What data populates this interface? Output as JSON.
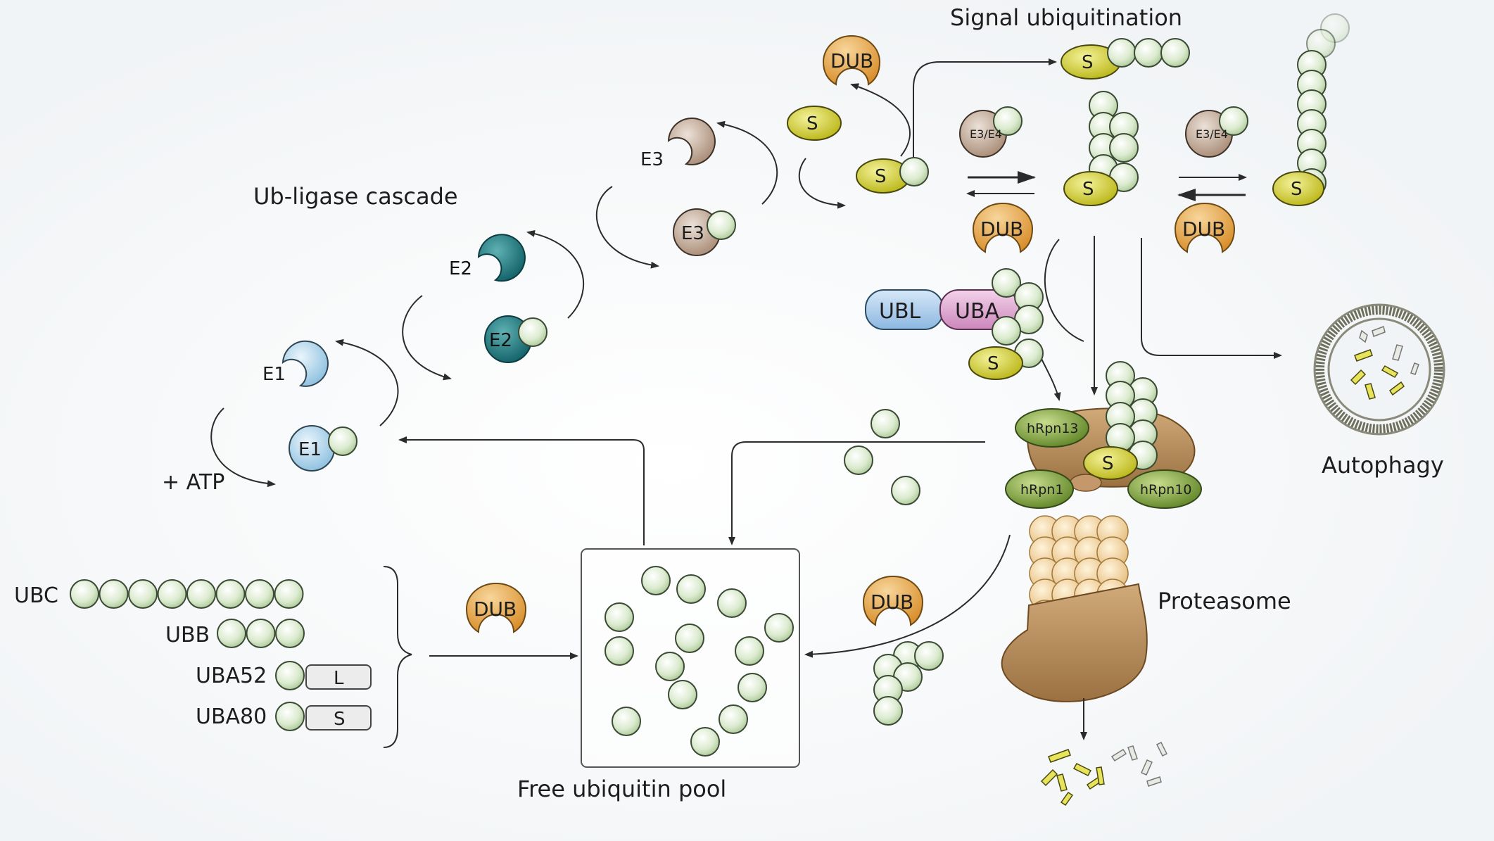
{
  "title": "Signal ubiquitination",
  "labels": {
    "ub_ligase_cascade": "Ub-ligase cascade",
    "plus_atp": "+ ATP",
    "free_pool": "Free ubiquitin pool",
    "proteasome": "Proteasome",
    "autophagy": "Autophagy"
  },
  "enzymes": {
    "e1": "E1",
    "e2": "E2",
    "e3": "E3",
    "e3e4": "E3/E4",
    "dub": "DUB",
    "substrate": "S",
    "ubl": "UBL",
    "uba": "UBA"
  },
  "proteasome_subunits": {
    "rpn13": "hRpn13",
    "rpn1": "hRpn1",
    "rpn10": "hRpn10"
  },
  "genes": [
    {
      "name": "UBC",
      "units": 8,
      "tail": ""
    },
    {
      "name": "UBB",
      "units": 3,
      "tail": ""
    },
    {
      "name": "UBA52",
      "units": 1,
      "tail": "L"
    },
    {
      "name": "UBA80",
      "units": 1,
      "tail": "S"
    }
  ],
  "colors": {
    "ubiquitin": "#dcebd0",
    "e1": "#b3d6ea",
    "e2": "#1f7d82",
    "e3": "#c2aa98",
    "dub": "#e3a143",
    "substrate": "#d4d12f",
    "ubl": "#a8cbec",
    "uba": "#dca4cf",
    "rpn": "#8fad49",
    "proteasome_cap": "#b68a5a",
    "proteasome_core": "#f3d8a6",
    "autophagosome": "#8a8a7a"
  }
}
